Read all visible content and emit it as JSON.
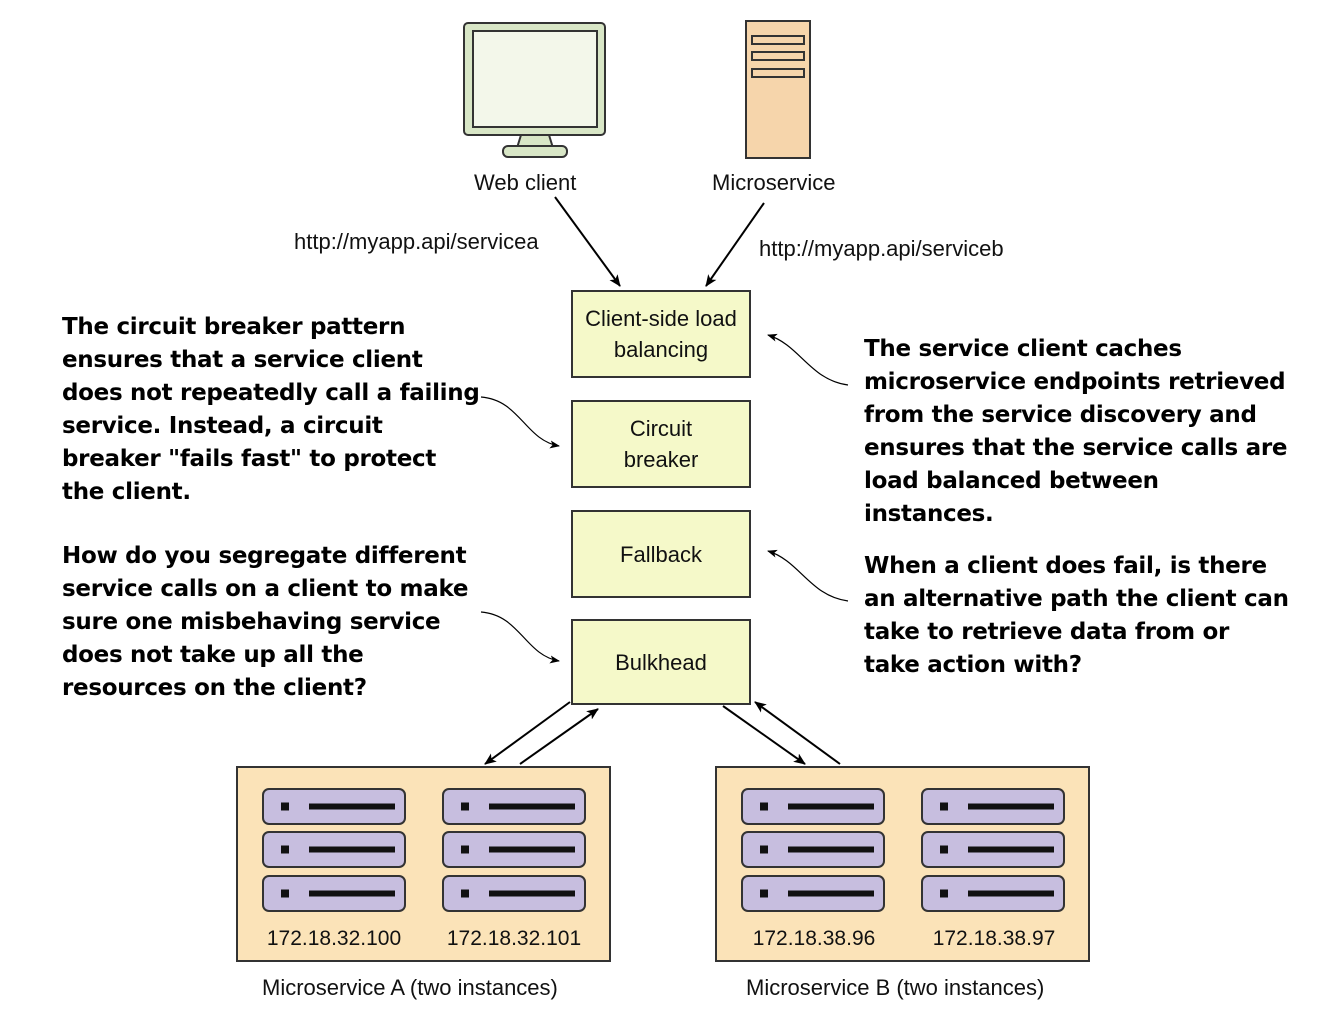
{
  "clients": {
    "web_client": "Web client",
    "microservice": "Microservice",
    "url_a": "http://myapp.api/servicea",
    "url_b": "http://myapp.api/serviceb"
  },
  "stack": {
    "load_balancing": "Client-side load balancing",
    "circuit_breaker": "Circuit breaker",
    "fallback": "Fallback",
    "bulkhead": "Bulkhead"
  },
  "notes": {
    "circuit_breaker": "The circuit breaker pattern ensures that a service client does not repeatedly call a failing service. Instead, a circuit breaker \"fails fast\" to protect the client.",
    "load_balancing": "The service client caches microservice endpoints retrieved from the service discovery and ensures that the service calls are load balanced between instances.",
    "bulkhead": "How do you segregate different service calls on a client to make sure one misbehaving service does not take up all the resources on the client?",
    "fallback": "When a client does fail, is there an alternative path the client can take to retrieve data from or take action with?"
  },
  "services": {
    "a": {
      "name": "Microservice A (two instances)",
      "ips": [
        "172.18.32.100",
        "172.18.32.101"
      ]
    },
    "b": {
      "name": "Microservice B (two instances)",
      "ips": [
        "172.18.38.96",
        "172.18.38.97"
      ]
    }
  },
  "colors": {
    "monitor_fill": "#d8e6c6",
    "tower_fill": "#f6d5ab",
    "pattern_box_fill": "#f5f9c9",
    "service_group_fill": "#fbe3b8",
    "server_fill": "#c7bedf"
  },
  "icons": [
    "monitor-icon",
    "server-tower-icon",
    "server-rack-icon"
  ]
}
